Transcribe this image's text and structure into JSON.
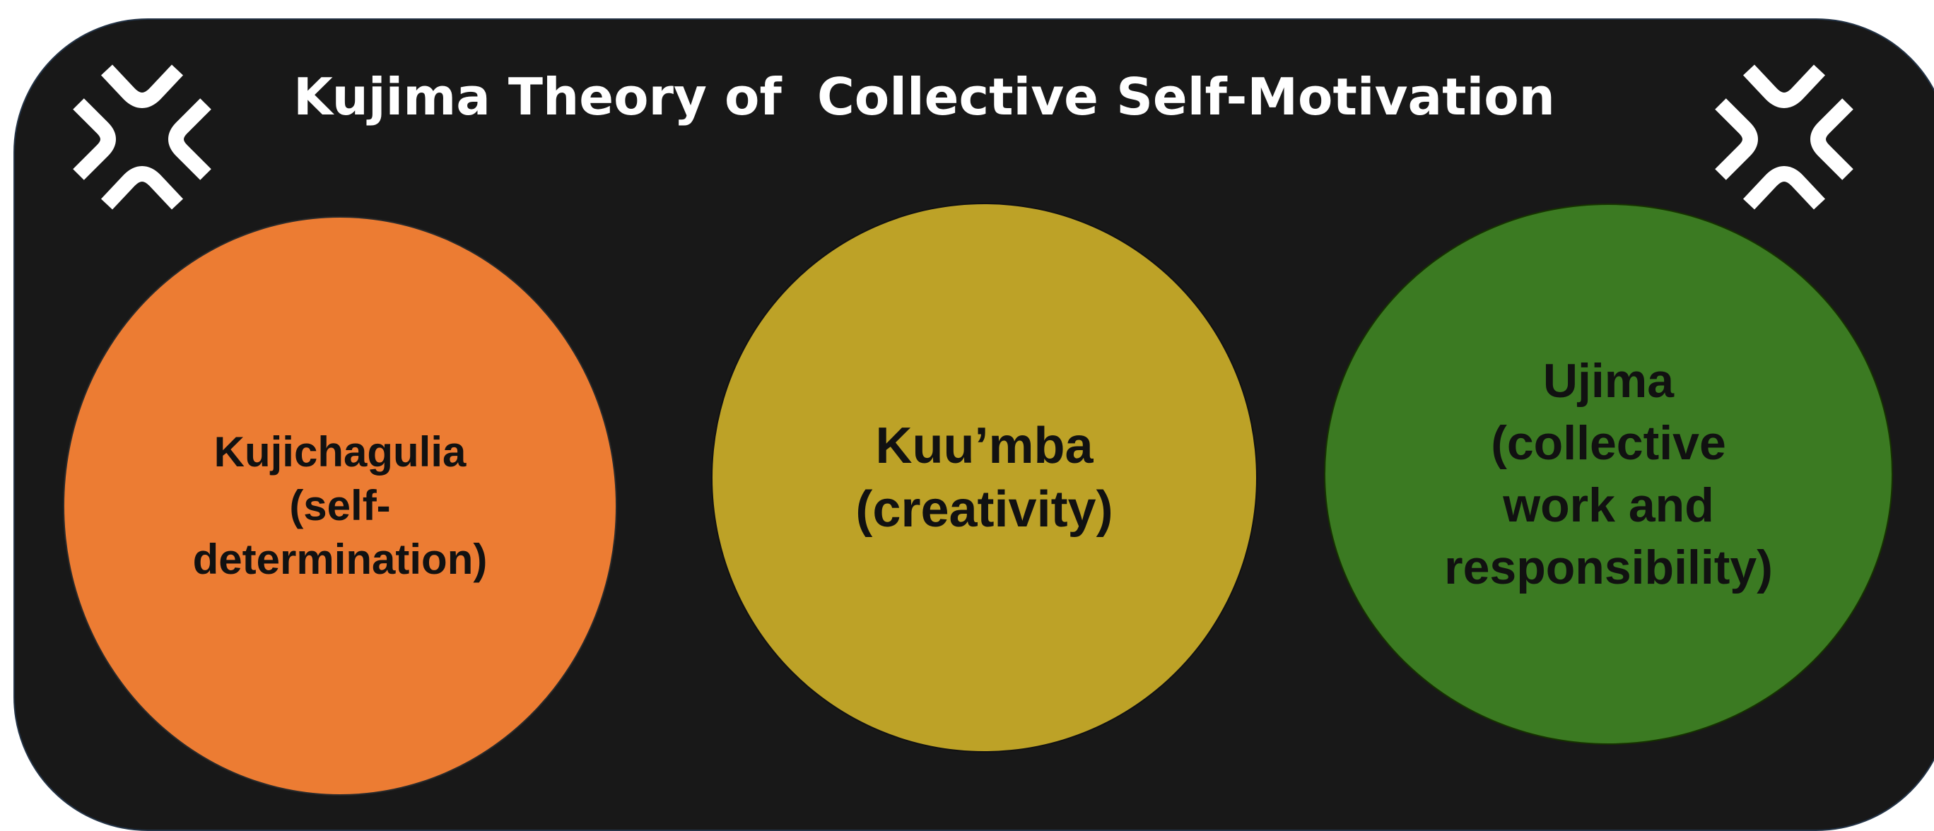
{
  "diagram": {
    "title": "Kujima Theory of  Collective Self-Motivation",
    "logo_icon": "pinwheel-chevrons-icon",
    "colors": {
      "background": "#181818",
      "title_text": "#ffffff",
      "kujichagulia": "#ec7c33",
      "kuumba": "#bda227",
      "ujima": "#3b7a22"
    },
    "circles": [
      {
        "lines": [
          "Kujichagulia",
          "(self-",
          "determination)"
        ]
      },
      {
        "lines": [
          "Kuu’mba",
          "(creativity)"
        ]
      },
      {
        "lines": [
          "Ujima",
          "(collective",
          "work and",
          "responsibility)"
        ]
      }
    ]
  }
}
